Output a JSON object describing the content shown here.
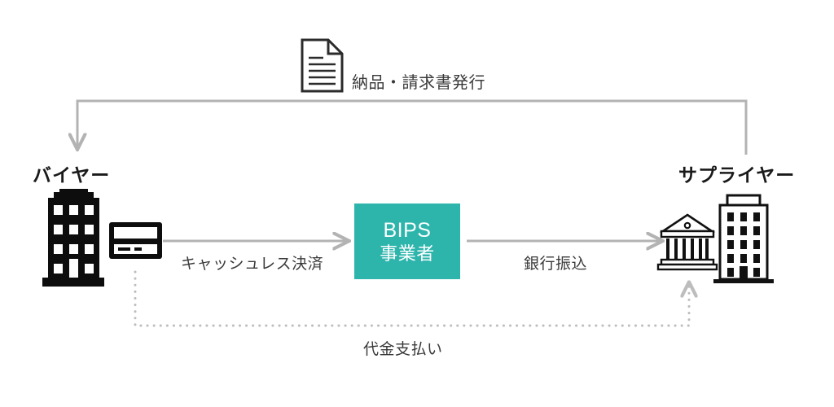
{
  "diagram": {
    "title_present": false,
    "background_color": "#ffffff",
    "accent_color": "#2db5ac",
    "line_color": "#b3b3b3",
    "dotted_color": "#bfbfbf",
    "icon_color": "#111111",
    "nodes": {
      "buyer": {
        "label": "バイヤー",
        "icons": [
          "office-building-icon",
          "credit-card-icon"
        ]
      },
      "supplier": {
        "label": "サプライヤー",
        "icons": [
          "bank-icon",
          "office-building-outline-icon"
        ]
      },
      "bips": {
        "line1": "BIPS",
        "line2": "事業者",
        "fill": "#2db5ac",
        "text_color": "#ffffff"
      }
    },
    "edges": [
      {
        "name": "delivery-invoice",
        "label": "納品・請求書発行",
        "icon": "document-icon",
        "from": "supplier",
        "to": "buyer",
        "style": "solid",
        "direction": "right-to-left"
      },
      {
        "name": "cashless-payment",
        "label": "キャッシュレス決済",
        "from": "buyer",
        "to": "bips",
        "style": "solid",
        "direction": "left-to-right"
      },
      {
        "name": "bank-transfer",
        "label": "銀行振込",
        "from": "bips",
        "to": "supplier",
        "style": "solid",
        "direction": "left-to-right"
      },
      {
        "name": "price-payment",
        "label": "代金支払い",
        "from": "buyer",
        "to": "supplier",
        "style": "dotted",
        "direction": "left-to-right"
      }
    ]
  }
}
